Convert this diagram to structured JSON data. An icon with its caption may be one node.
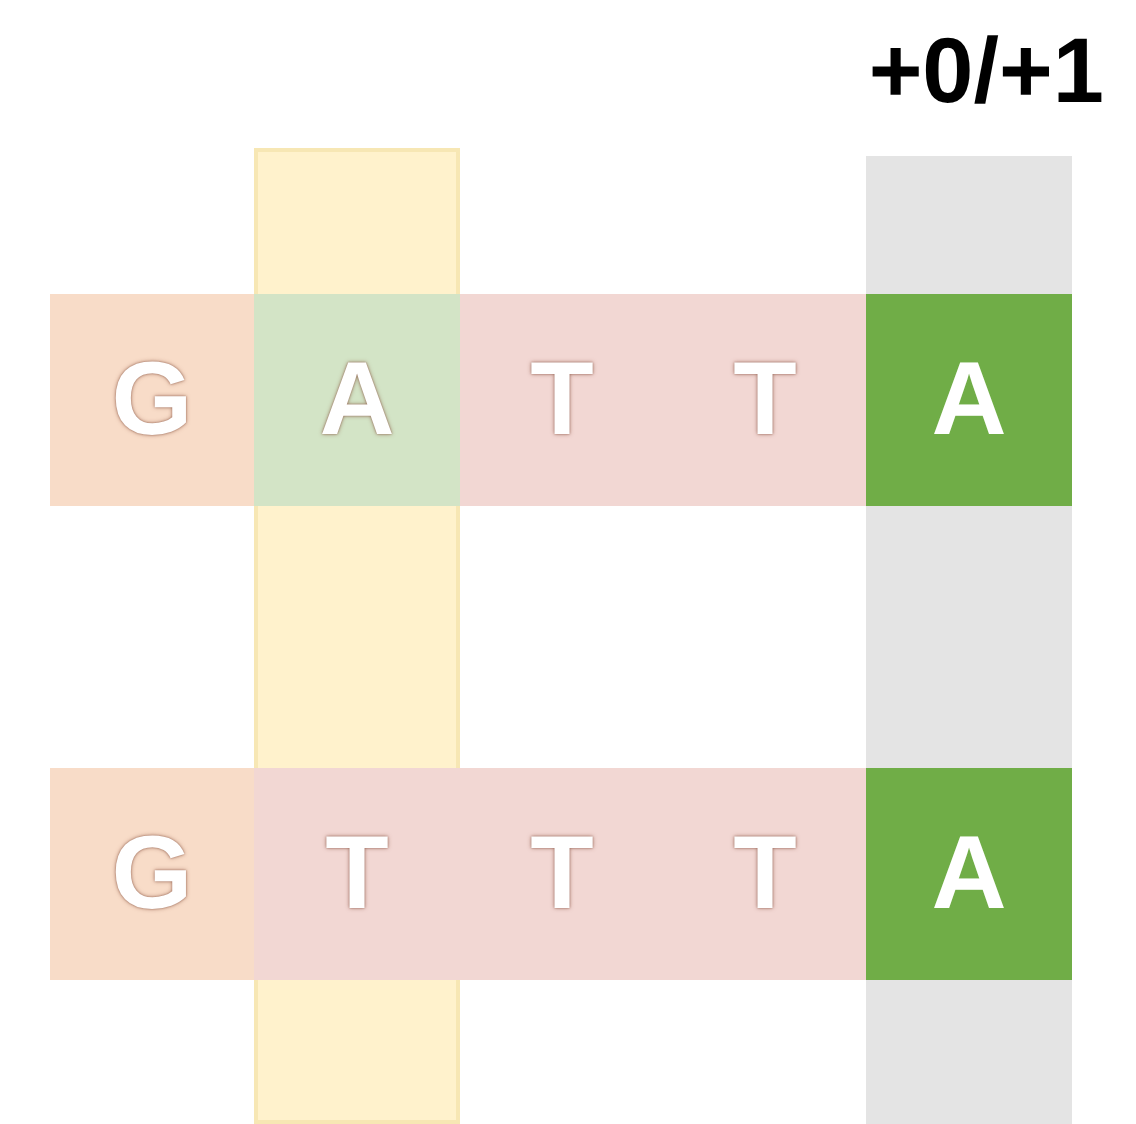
{
  "diagram": {
    "title": "+0/+1",
    "nodes": [
      {
        "text": [],
        "shape": "bar"
      },
      {
        "text": [],
        "shape": "bar"
      },
      {
        "text": [
          "G"
        ]
      },
      {
        "text": [
          "A"
        ],
        "in": 0
      },
      {
        "text": [
          "T"
        ]
      },
      {
        "text": [
          "T"
        ]
      },
      {
        "text": [
          "A"
        ],
        "in": 1
      },
      {
        "text": [
          "G"
        ]
      },
      {
        "text": [
          "T"
        ],
        "in": 0
      },
      {
        "text": [
          "T"
        ]
      },
      {
        "text": [
          "T"
        ]
      },
      {
        "text": [
          "A"
        ],
        "in": 1
      }
    ]
  }
}
